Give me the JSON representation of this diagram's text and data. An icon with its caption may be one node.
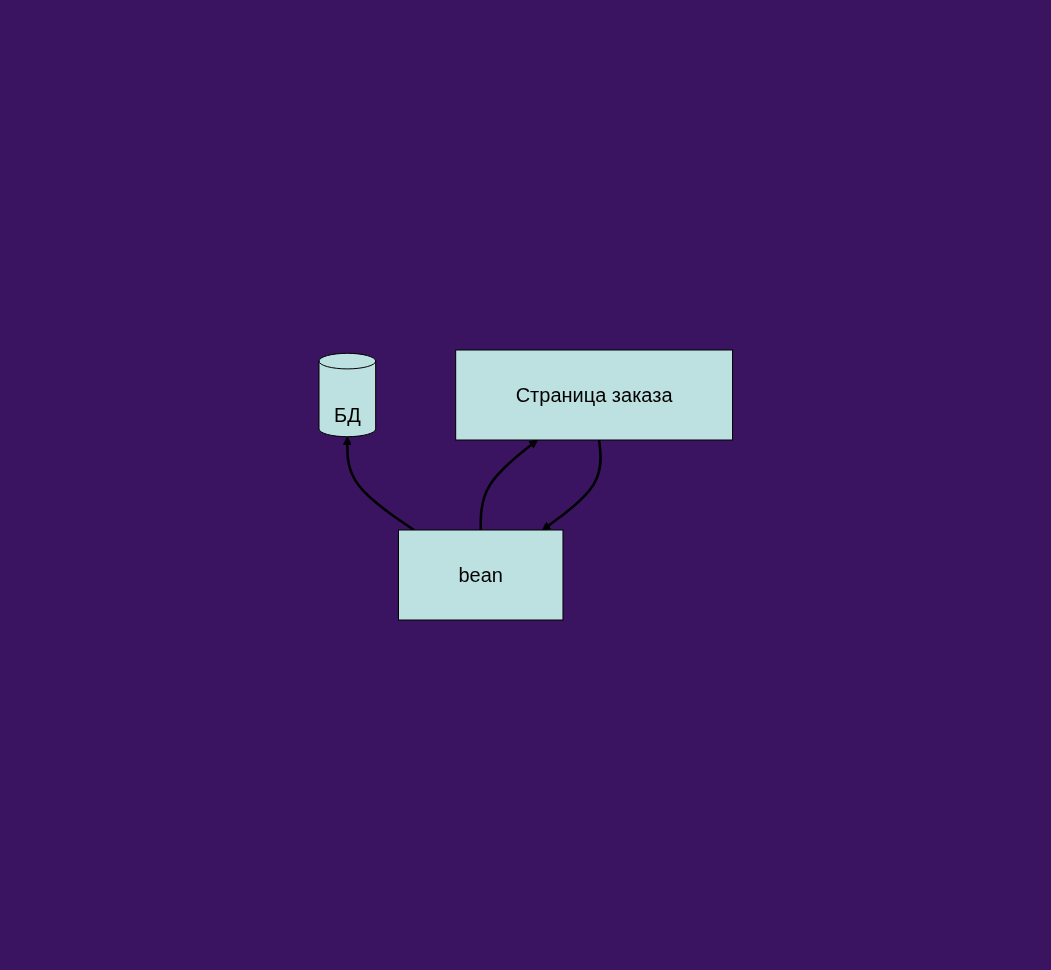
{
  "diagram": {
    "nodes": [
      {
        "text": [
          "БД"
        ]
      },
      {
        "text": [
          "bean"
        ]
      },
      {
        "text": [
          "Страница заказа"
        ]
      }
    ],
    "edges": [
      {
        "from": 1,
        "to": 0,
        "arrow": "to"
      },
      {
        "from": 2,
        "to": 1,
        "arrow": "to"
      },
      {
        "from": 1,
        "to": 2,
        "arrow": "to"
      }
    ]
  }
}
